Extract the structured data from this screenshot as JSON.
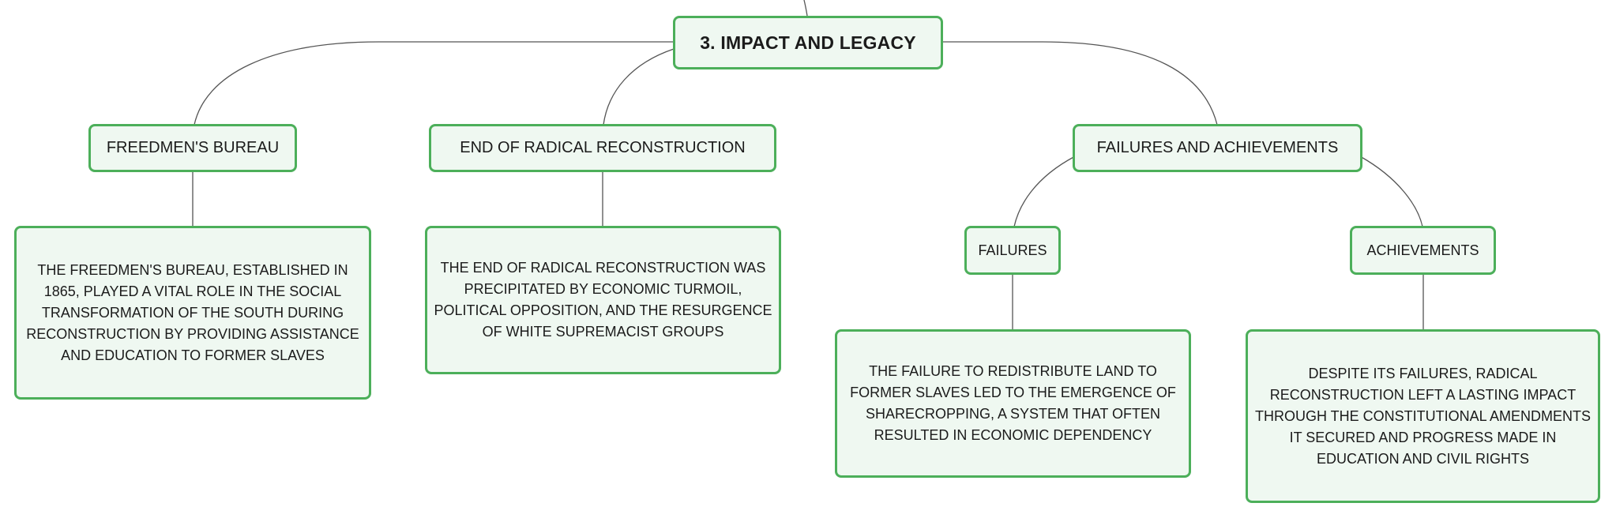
{
  "root": {
    "label": "3. Impact and Legacy"
  },
  "branches": {
    "freedmens_bureau": {
      "label": "Freedmen's Bureau",
      "text": "The Freedmen's Bureau, established in 1865, played a vital role in the social transformation of the South during Reconstruction by providing assistance and education to former slaves"
    },
    "end_radical": {
      "label": "End of Radical Reconstruction",
      "text": "The end of Radical Reconstruction was precipitated by economic turmoil, political opposition, and the resurgence of white supremacist groups"
    },
    "failures_achievements": {
      "label": "Failures and Achievements",
      "failures": {
        "label": "Failures",
        "text": "The failure to redistribute land to former slaves led to the emergence of sharecropping, a system that often resulted in economic dependency"
      },
      "achievements": {
        "label": "Achievements",
        "text": "Despite its failures, Radical Reconstruction left a lasting impact through the constitutional amendments it secured and progress made in education and civil rights"
      }
    }
  },
  "colors": {
    "node_border": "#4caf5a",
    "node_fill": "#eff8f1",
    "connector": "#555555"
  }
}
